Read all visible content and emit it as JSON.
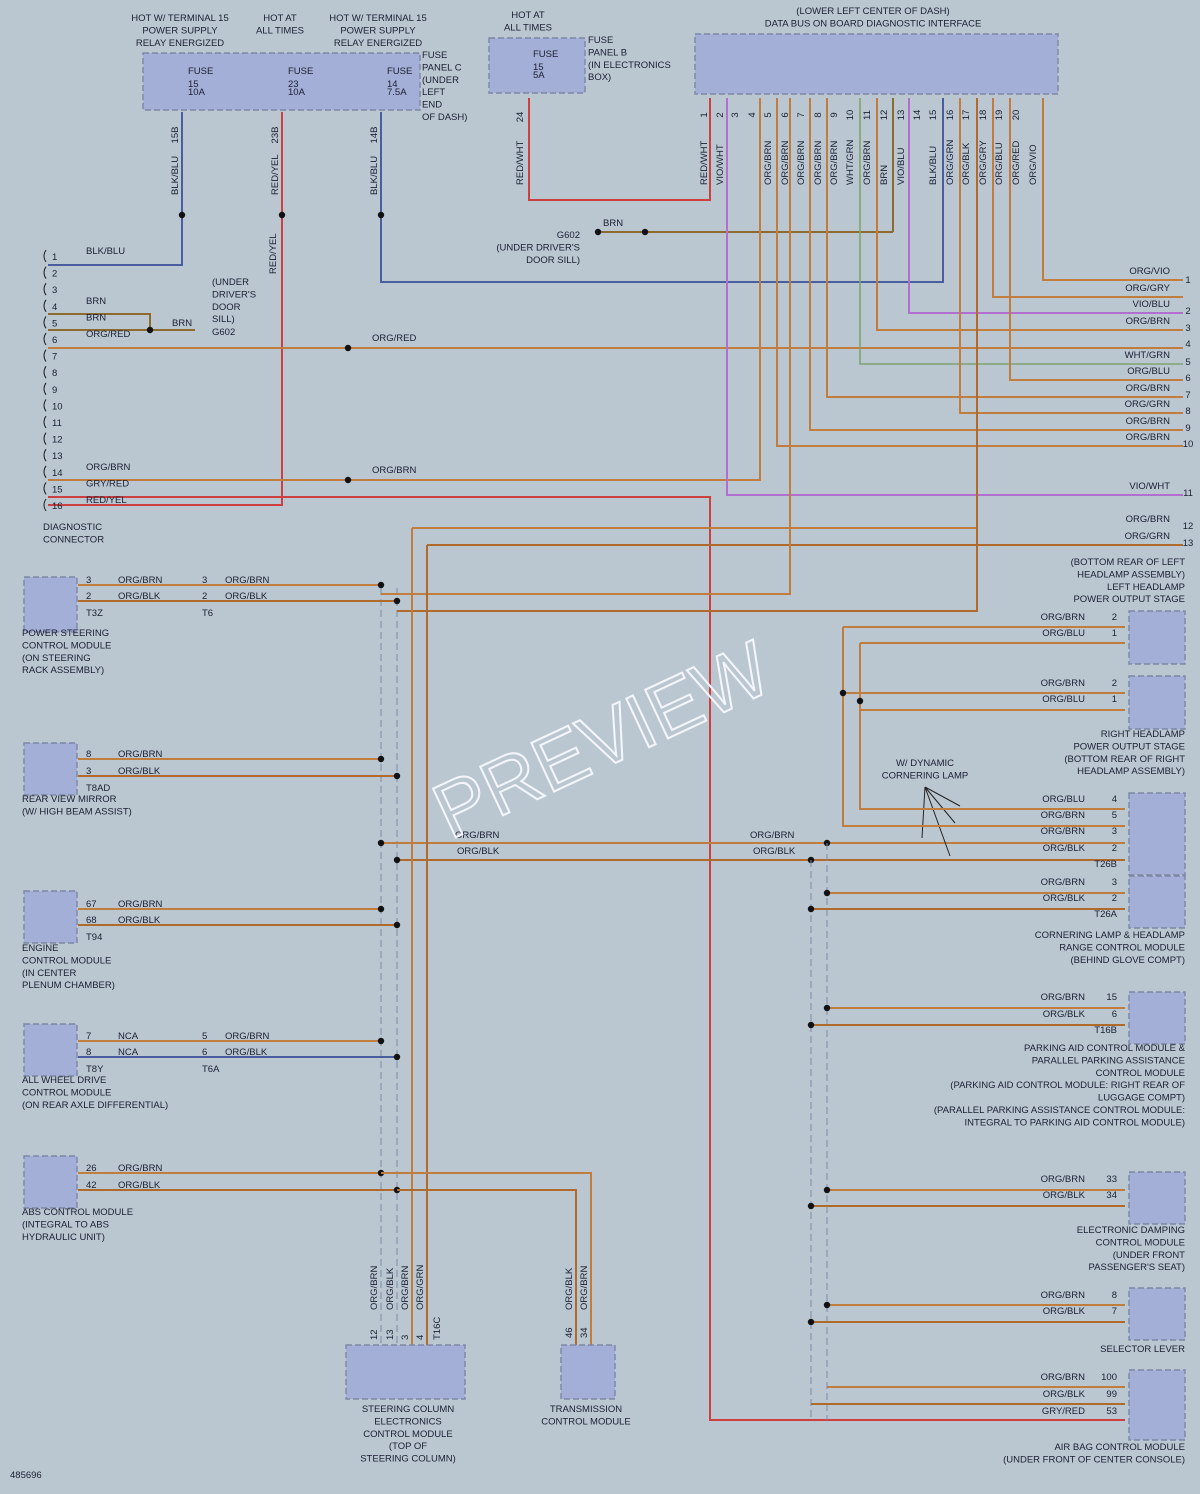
{
  "top": {
    "fuse_c_headers": [
      "HOT W/ TERMINAL 15\nPOWER SUPPLY\nRELAY ENERGIZED",
      "HOT AT\nALL TIMES",
      "HOT W/ TERMINAL 15\nPOWER SUPPLY\nRELAY ENERGIZED"
    ],
    "fuse_c_label": "FUSE\nPANEL C\n(UNDER\nLEFT\nEND\nOF DASH)",
    "fuses_c": [
      {
        "word": "FUSE",
        "num": "15",
        "amp": "10A",
        "pin": "15B",
        "color": "BLK/BLU"
      },
      {
        "word": "FUSE",
        "num": "23",
        "amp": "10A",
        "pin": "23B",
        "color": "RED/YEL"
      },
      {
        "word": "FUSE",
        "num": "14",
        "amp": "7.5A",
        "pin": "14B",
        "color": "BLK/BLU"
      }
    ],
    "fuse_b_header": "HOT AT\nALL TIMES",
    "fuse_b_label": "FUSE\nPANEL B\n(IN ELECTRONICS\nBOX)",
    "fuse_b": {
      "word": "FUSE",
      "num": "15",
      "amp": "5A",
      "pin": "24",
      "color": "RED/WHT"
    },
    "interface_header": "(LOWER LEFT CENTER OF DASH)\nDATA BUS ON BOARD DIAGNOSTIC INTERFACE",
    "interface_pins": [
      "1",
      "2",
      "3",
      "4",
      "5",
      "6",
      "7",
      "8",
      "9",
      "10",
      "11",
      "12",
      "13",
      "14",
      "15",
      "16",
      "17",
      "18",
      "19",
      "20"
    ],
    "interface_colors": [
      "RED/WHT",
      "VIO/WHT",
      "",
      "",
      "ORG/BRN",
      "ORG/BRN",
      "ORG/BRN",
      "ORG/BRN",
      "ORG/BRN",
      "WHT/GRN",
      "ORG/BRN",
      "BRN",
      "VIO/BLU",
      "",
      "BLK/BLU",
      "ORG/GRN",
      "ORG/BLK",
      "ORG/GRY",
      "ORG/BLU",
      "ORG/RED",
      "ORG/VIO"
    ],
    "g602": {
      "color": "BRN",
      "label": "G602\n(UNDER DRIVER'S\nDOOR SILL)"
    }
  },
  "diag": {
    "label": "DIAGNOSTIC\nCONNECTOR",
    "pins": [
      "1",
      "2",
      "3",
      "4",
      "5",
      "6",
      "7",
      "8",
      "9",
      "10",
      "11",
      "12",
      "13",
      "14",
      "15",
      "16"
    ],
    "colors": {
      "1": "BLK/BLU",
      "4": "BRN",
      "5": "BRN",
      "6": "ORG/RED",
      "14": "ORG/BRN",
      "15": "GRY/RED",
      "16": "RED/YEL"
    },
    "ground_color": "BRN",
    "ground_label": "(UNDER\nDRIVER'S\nDOOR\nSILL)",
    "ground_id": "G602",
    "splice_labels": [
      "ORG/RED",
      "ORG/BRN"
    ]
  },
  "right_trunk": {
    "rows": [
      {
        "n": "1",
        "c": "ORG/VIO"
      },
      {
        "n": "",
        "c": "ORG/GRY"
      },
      {
        "n": "2",
        "c": "VIO/BLU"
      },
      {
        "n": "3",
        "c": "ORG/BRN"
      },
      {
        "n": "4",
        "c": ""
      },
      {
        "n": "5",
        "c": "WHT/GRN"
      },
      {
        "n": "6",
        "c": "ORG/BLU"
      },
      {
        "n": "7",
        "c": "ORG/BRN"
      },
      {
        "n": "8",
        "c": "ORG/GRN"
      },
      {
        "n": "9",
        "c": "ORG/BRN"
      },
      {
        "n": "10",
        "c": "ORG/BRN"
      },
      {
        "n": "11",
        "c": "VIO/WHT"
      },
      {
        "n": "12",
        "c": "ORG/BRN"
      },
      {
        "n": "13",
        "c": "ORG/GRN"
      }
    ]
  },
  "left_modules": [
    {
      "label": "POWER STEERING\nCONTROL MODULE\n(ON STEERING\nRACK ASSEMBLY)",
      "conn": "T3Z",
      "pins": [
        "3",
        "2"
      ],
      "colors": [
        "ORG/BRN",
        "ORG/BLK"
      ],
      "inline": {
        "conn": "T6",
        "pins": [
          "3",
          "2"
        ],
        "colors": [
          "ORG/BRN",
          "ORG/BLK"
        ]
      }
    },
    {
      "label": "REAR VIEW MIRROR\n(W/ HIGH BEAM ASSIST)",
      "conn": "T8AD",
      "pins": [
        "8",
        "3"
      ],
      "colors": [
        "ORG/BRN",
        "ORG/BLK"
      ]
    },
    {
      "label": "ENGINE\nCONTROL MODULE\n(IN CENTER\nPLENUM CHAMBER)",
      "conn": "T94",
      "pins": [
        "67",
        "68"
      ],
      "colors": [
        "ORG/BRN",
        "ORG/BLK"
      ]
    },
    {
      "label": "ALL WHEEL DRIVE\nCONTROL MODULE\n(ON REAR AXLE DIFFERENTIAL)",
      "conn": "T8Y",
      "pins": [
        "7",
        "8"
      ],
      "colors": [
        "NCA",
        "NCA"
      ],
      "inline": {
        "conn": "T6A",
        "pins": [
          "5",
          "6"
        ],
        "colors": [
          "ORG/BRN",
          "ORG/BLK"
        ]
      }
    },
    {
      "label": "ABS CONTROL MODULE\n(INTEGRAL TO ABS\nHYDRAULIC UNIT)",
      "conn": "",
      "pins": [
        "26",
        "42"
      ],
      "colors": [
        "ORG/BRN",
        "ORG/BLK"
      ]
    }
  ],
  "mid": {
    "left_pair": [
      "ORG/BRN",
      "ORG/BLK"
    ],
    "right_pair": [
      "ORG/BRN",
      "ORG/BLK"
    ],
    "note": "W/ DYNAMIC\nCORNERING LAMP"
  },
  "right_modules": [
    {
      "label": "(BOTTOM REAR OF LEFT\nHEADLAMP ASSEMBLY)\nLEFT HEADLAMP\nPOWER OUTPUT STAGE",
      "conn": "",
      "pins": [
        "2",
        "1"
      ],
      "colors": [
        "ORG/BRN",
        "ORG/BLU"
      ]
    },
    {
      "label": "RIGHT HEADLAMP\nPOWER OUTPUT STAGE\n(BOTTOM REAR OF RIGHT\nHEADLAMP ASSEMBLY)",
      "conn": "",
      "pins": [
        "2",
        "1"
      ],
      "colors": [
        "ORG/BRN",
        "ORG/BLU"
      ]
    },
    {
      "label": "",
      "conn": "T26B",
      "pins": [
        "4",
        "5",
        "3",
        "2"
      ],
      "colors": [
        "ORG/BLU",
        "ORG/BRN",
        "ORG/BRN",
        "ORG/BLK"
      ]
    },
    {
      "label": "CORNERING LAMP & HEADLAMP\nRANGE CONTROL MODULE\n(BEHIND GLOVE COMPT)",
      "conn": "T26A",
      "pins": [
        "3",
        "2"
      ],
      "colors": [
        "ORG/BRN",
        "ORG/BLK"
      ]
    },
    {
      "label": "PARKING AID CONTROL MODULE &\nPARALLEL PARKING ASSISTANCE\nCONTROL MODULE\n(PARKING AID CONTROL MODULE: RIGHT REAR OF\nLUGGAGE COMPT)\n(PARALLEL PARKING ASSISTANCE CONTROL MODULE:\nINTEGRAL TO PARKING AID CONTROL MODULE)",
      "conn": "T16B",
      "pins": [
        "15",
        "6"
      ],
      "colors": [
        "ORG/BRN",
        "ORG/BLK"
      ]
    },
    {
      "label": "ELECTRONIC DAMPING\nCONTROL MODULE\n(UNDER FRONT\nPASSENGER'S SEAT)",
      "conn": "",
      "pins": [
        "33",
        "34"
      ],
      "colors": [
        "ORG/BRN",
        "ORG/BLK"
      ]
    },
    {
      "label": "SELECTOR LEVER",
      "conn": "",
      "pins": [
        "8",
        "7"
      ],
      "colors": [
        "ORG/BRN",
        "ORG/BLK"
      ]
    },
    {
      "label": "AIR BAG CONTROL MODULE\n(UNDER FRONT OF CENTER CONSOLE)",
      "conn": "",
      "pins": [
        "100",
        "99",
        "53"
      ],
      "colors": [
        "ORG/BRN",
        "ORG/BLK",
        "GRY/RED"
      ]
    }
  ],
  "bottom_modules": [
    {
      "label": "STEERING COLUMN\nELECTRONICS\nCONTROL MODULE\n(TOP OF\nSTEERING COLUMN)",
      "conn": "T16C",
      "pins": [
        "12",
        "13",
        "3",
        "4"
      ],
      "colors": [
        "ORG/BRN",
        "ORG/BLK",
        "ORG/BRN",
        "ORG/GRN"
      ]
    },
    {
      "label": "TRANSMISSION\nCONTROL MODULE",
      "conn": "",
      "pins": [
        "46",
        "34"
      ],
      "colors": [
        "ORG/BLK",
        "ORG/BRN"
      ]
    }
  ],
  "diagram_id": "485696",
  "watermark": "PREVIEW"
}
